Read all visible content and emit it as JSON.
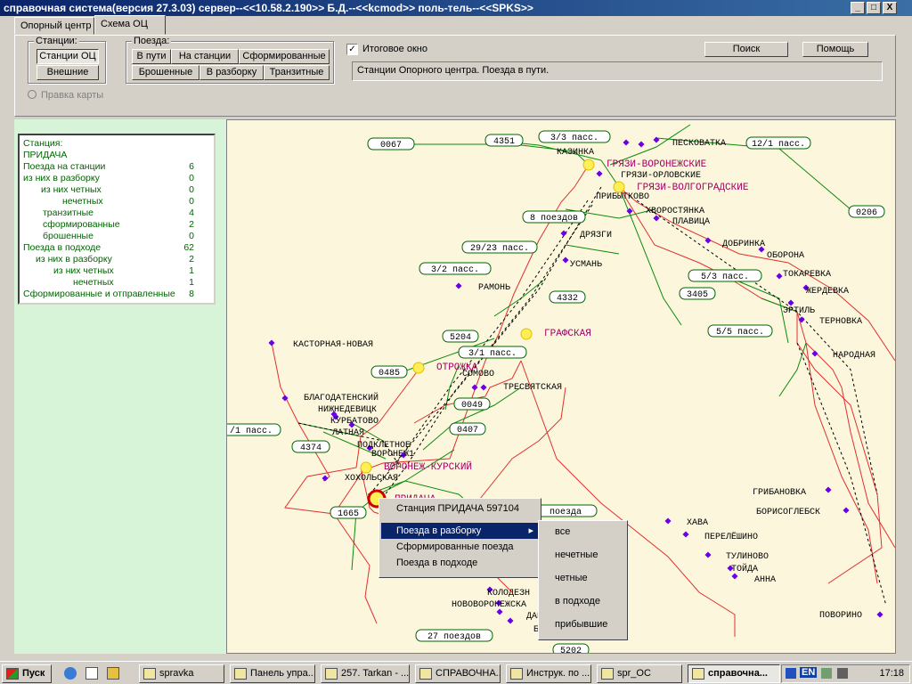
{
  "window": {
    "title": "справочная система(версия 27.3.03) сервер--<<10.58.2.190>> Б.Д.--<<kcmod>> поль-тель--<<SPKS>>",
    "controls": [
      "_",
      "□",
      "X"
    ]
  },
  "tabs": [
    "Опорный центр",
    "Схема ОЦ"
  ],
  "stations_group": {
    "label": "Станции:",
    "btn_oc": "Станции ОЦ",
    "btn_ext": "Внешние"
  },
  "trains_group": {
    "label": "Поезда:",
    "row1": [
      "В пути",
      "На станции",
      "Сформированные"
    ],
    "row2": [
      "Брошенные",
      "В разборку",
      "Транзитные"
    ]
  },
  "map_edit": "Правка карты",
  "total_window": {
    "label": "Итоговое окно",
    "checked": "✓"
  },
  "search_button": "Поиск",
  "help_button": "Помощь",
  "info_text": "Станции Опорного центра. Поезда в пути.",
  "stats": [
    {
      "label": "Станция:",
      "value": "",
      "indent": 0
    },
    {
      "label": "ПРИДАЧА",
      "value": "",
      "indent": 0
    },
    {
      "label": "Поезда на станции",
      "value": "6",
      "indent": 0
    },
    {
      "label": "из них в разборку",
      "value": "0",
      "indent": 0
    },
    {
      "label": "из них четных",
      "value": "0",
      "indent": 20
    },
    {
      "label": "нечетных",
      "value": "0",
      "indent": 44
    },
    {
      "label": "транзитные",
      "value": "4",
      "indent": 22
    },
    {
      "label": "сформированные",
      "value": "2",
      "indent": 22
    },
    {
      "label": "брошенные",
      "value": "0",
      "indent": 22
    },
    {
      "label": "Поезда в подходе",
      "value": "62",
      "indent": 0
    },
    {
      "label": "из них в разборку",
      "value": "2",
      "indent": 14
    },
    {
      "label": "из них четных",
      "value": "1",
      "indent": 34
    },
    {
      "label": "нечетных",
      "value": "1",
      "indent": 56
    },
    {
      "label": "Сформированные и отправленные",
      "value": "8",
      "indent": 0
    }
  ],
  "map": {
    "major_stations": [
      "ГРЯЗИ-ВОРОНЕЖСКИЕ",
      "ГРЯЗИ-ВОЛГОГРАДСКИЕ",
      "ГРАФСКАЯ",
      "ОТРОЖКА",
      "ВОРОНЕЖ-КУРСКИЙ",
      "ПРИДАЧА"
    ],
    "stations": [
      "ПЕСКОВАТКА",
      "КАЗИНКА",
      "ГРЯЗИ-ОРЛОВСКИЕ",
      "ПРИБЫТКОВО",
      "ХВОРОСТЯНКА",
      "ПЛАВИЦА",
      "ДРЯЗГИ",
      "ДОБРИНКА",
      "ОБОРОНА",
      "УСМАНЬ",
      "ТОКАРЕВКА",
      "РАМОНЬ",
      "ЖЕРДЕВКА",
      "ЭРТИЛЬ",
      "ТЕРНОВКА",
      "КАСТОРНАЯ-НОВАЯ",
      "НАРОДНАЯ",
      "СОМОВО",
      "ТРЕСВЯТСКАЯ",
      "БЛАГОДАТЕНСКИЙ",
      "НИЖНЕДЕВИЦК",
      "КУРБАТОВО",
      "ЛАТНАЯ",
      "ПОДКЛЕТНОЕ",
      "ВОРОНЕЖ1",
      "ХОХОЛЬСКАЯ",
      "ГРИБАНОВКА",
      "БОРИСОГЛЕБСК",
      "ХАВА",
      "ПЕРЕЛЁШИНО",
      "ТУЛИНОВО",
      "ТОЙДА",
      "АННА",
      "КОЛОДЕЗН",
      "НОВОВОРОНЕЖСКА",
      "ДАВЫ",
      "БО",
      "ПОВОРИНО"
    ],
    "trains": [
      "0067",
      "4351",
      "3/3 пасс.",
      "12/1 пасс.",
      "0206",
      "8 поездов",
      "29/23 пасс.",
      "3/2 пасс.",
      "5/3 пасс.",
      "3405",
      "4332",
      "5/5 пасс.",
      "5204",
      "3/1 пасс.",
      "0485",
      "0049",
      "/1 пасс.",
      "0407",
      "4374",
      "1665",
      "поезда",
      "27 поездов",
      "5202"
    ]
  },
  "context_menu": {
    "items": [
      "Станция  ПРИДАЧА 597104",
      "Поезда в разборку",
      "Сформированные поезда",
      "Поезда в подходе"
    ],
    "submenu": [
      "все",
      "нечетные",
      "четные",
      "в подходе",
      "прибывшие"
    ]
  },
  "taskbar": {
    "start": "Пуск",
    "items": [
      "spravka",
      "Панель упра...",
      "257. Tarkan - ...",
      "СПРАВОЧНА...",
      "Инструк. по ...",
      "spr_OC",
      "справочна..."
    ],
    "lang": "EN",
    "time": "17:18"
  },
  "colors": {
    "accent": "#0a246a",
    "route": "#e03030",
    "train_box": "#006400",
    "major_station": "#ffee55",
    "minor_station": "#6a00e8",
    "label_major": "#a00060"
  }
}
